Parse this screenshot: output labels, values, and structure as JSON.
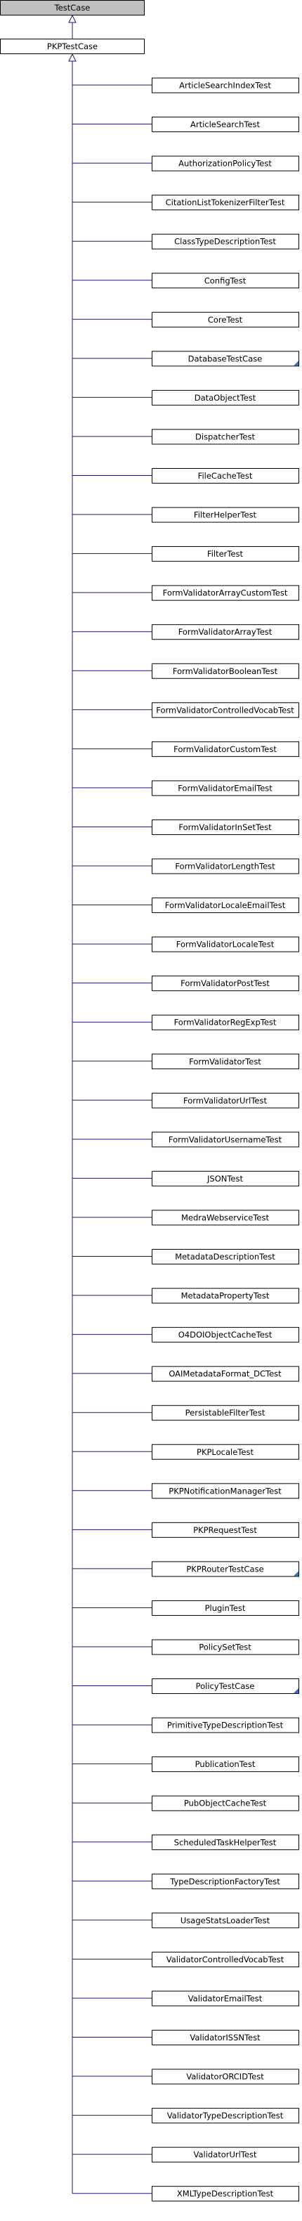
{
  "diagram": {
    "root": {
      "label": "TestCase"
    },
    "parent": {
      "label": "PKPTestCase"
    },
    "children": [
      {
        "label": "ArticleSearchIndexTest",
        "truncated": false
      },
      {
        "label": "ArticleSearchTest",
        "truncated": false
      },
      {
        "label": "AuthorizationPolicyTest",
        "truncated": false
      },
      {
        "label": "CitationListTokenizerFilterTest",
        "truncated": false
      },
      {
        "label": "ClassTypeDescriptionTest",
        "truncated": false
      },
      {
        "label": "ConfigTest",
        "truncated": false
      },
      {
        "label": "CoreTest",
        "truncated": false
      },
      {
        "label": "DatabaseTestCase",
        "truncated": true
      },
      {
        "label": "DataObjectTest",
        "truncated": false
      },
      {
        "label": "DispatcherTest",
        "truncated": false
      },
      {
        "label": "FileCacheTest",
        "truncated": false
      },
      {
        "label": "FilterHelperTest",
        "truncated": false
      },
      {
        "label": "FilterTest",
        "truncated": false
      },
      {
        "label": "FormValidatorArrayCustomTest",
        "truncated": false
      },
      {
        "label": "FormValidatorArrayTest",
        "truncated": false
      },
      {
        "label": "FormValidatorBooleanTest",
        "truncated": false
      },
      {
        "label": "FormValidatorControlledVocabTest",
        "truncated": false
      },
      {
        "label": "FormValidatorCustomTest",
        "truncated": false
      },
      {
        "label": "FormValidatorEmailTest",
        "truncated": false
      },
      {
        "label": "FormValidatorInSetTest",
        "truncated": false
      },
      {
        "label": "FormValidatorLengthTest",
        "truncated": false
      },
      {
        "label": "FormValidatorLocaleEmailTest",
        "truncated": false
      },
      {
        "label": "FormValidatorLocaleTest",
        "truncated": false
      },
      {
        "label": "FormValidatorPostTest",
        "truncated": false
      },
      {
        "label": "FormValidatorRegExpTest",
        "truncated": false
      },
      {
        "label": "FormValidatorTest",
        "truncated": false
      },
      {
        "label": "FormValidatorUrlTest",
        "truncated": false
      },
      {
        "label": "FormValidatorUsernameTest",
        "truncated": false
      },
      {
        "label": "JSONTest",
        "truncated": false
      },
      {
        "label": "MedraWebserviceTest",
        "truncated": false
      },
      {
        "label": "MetadataDescriptionTest",
        "truncated": false
      },
      {
        "label": "MetadataPropertyTest",
        "truncated": false
      },
      {
        "label": "O4DOIObjectCacheTest",
        "truncated": false
      },
      {
        "label": "OAIMetadataFormat_DCTest",
        "truncated": false
      },
      {
        "label": "PersistableFilterTest",
        "truncated": false
      },
      {
        "label": "PKPLocaleTest",
        "truncated": false
      },
      {
        "label": "PKPNotificationManagerTest",
        "truncated": false
      },
      {
        "label": "PKPRequestTest",
        "truncated": false
      },
      {
        "label": "PKPRouterTestCase",
        "truncated": true
      },
      {
        "label": "PluginTest",
        "truncated": false
      },
      {
        "label": "PolicySetTest",
        "truncated": false
      },
      {
        "label": "PolicyTestCase",
        "truncated": true
      },
      {
        "label": "PrimitiveTypeDescriptionTest",
        "truncated": false
      },
      {
        "label": "PublicationTest",
        "truncated": false
      },
      {
        "label": "PubObjectCacheTest",
        "truncated": false
      },
      {
        "label": "ScheduledTaskHelperTest",
        "truncated": false
      },
      {
        "label": "TypeDescriptionFactoryTest",
        "truncated": false
      },
      {
        "label": "UsageStatsLoaderTest",
        "truncated": false
      },
      {
        "label": "ValidatorControlledVocabTest",
        "truncated": false
      },
      {
        "label": "ValidatorEmailTest",
        "truncated": false
      },
      {
        "label": "ValidatorISSNTest",
        "truncated": false
      },
      {
        "label": "ValidatorORCIDTest",
        "truncated": false
      },
      {
        "label": "ValidatorTypeDescriptionTest",
        "truncated": false
      },
      {
        "label": "ValidatorUrlTest",
        "truncated": false
      },
      {
        "label": "XMLTypeDescriptionTest",
        "truncated": false
      }
    ],
    "colors": {
      "root_fill": "#bfbfbf",
      "node_fill": "#ffffff",
      "border": "#000000",
      "edge": "#191970",
      "fold": "#3f6fb4"
    }
  }
}
